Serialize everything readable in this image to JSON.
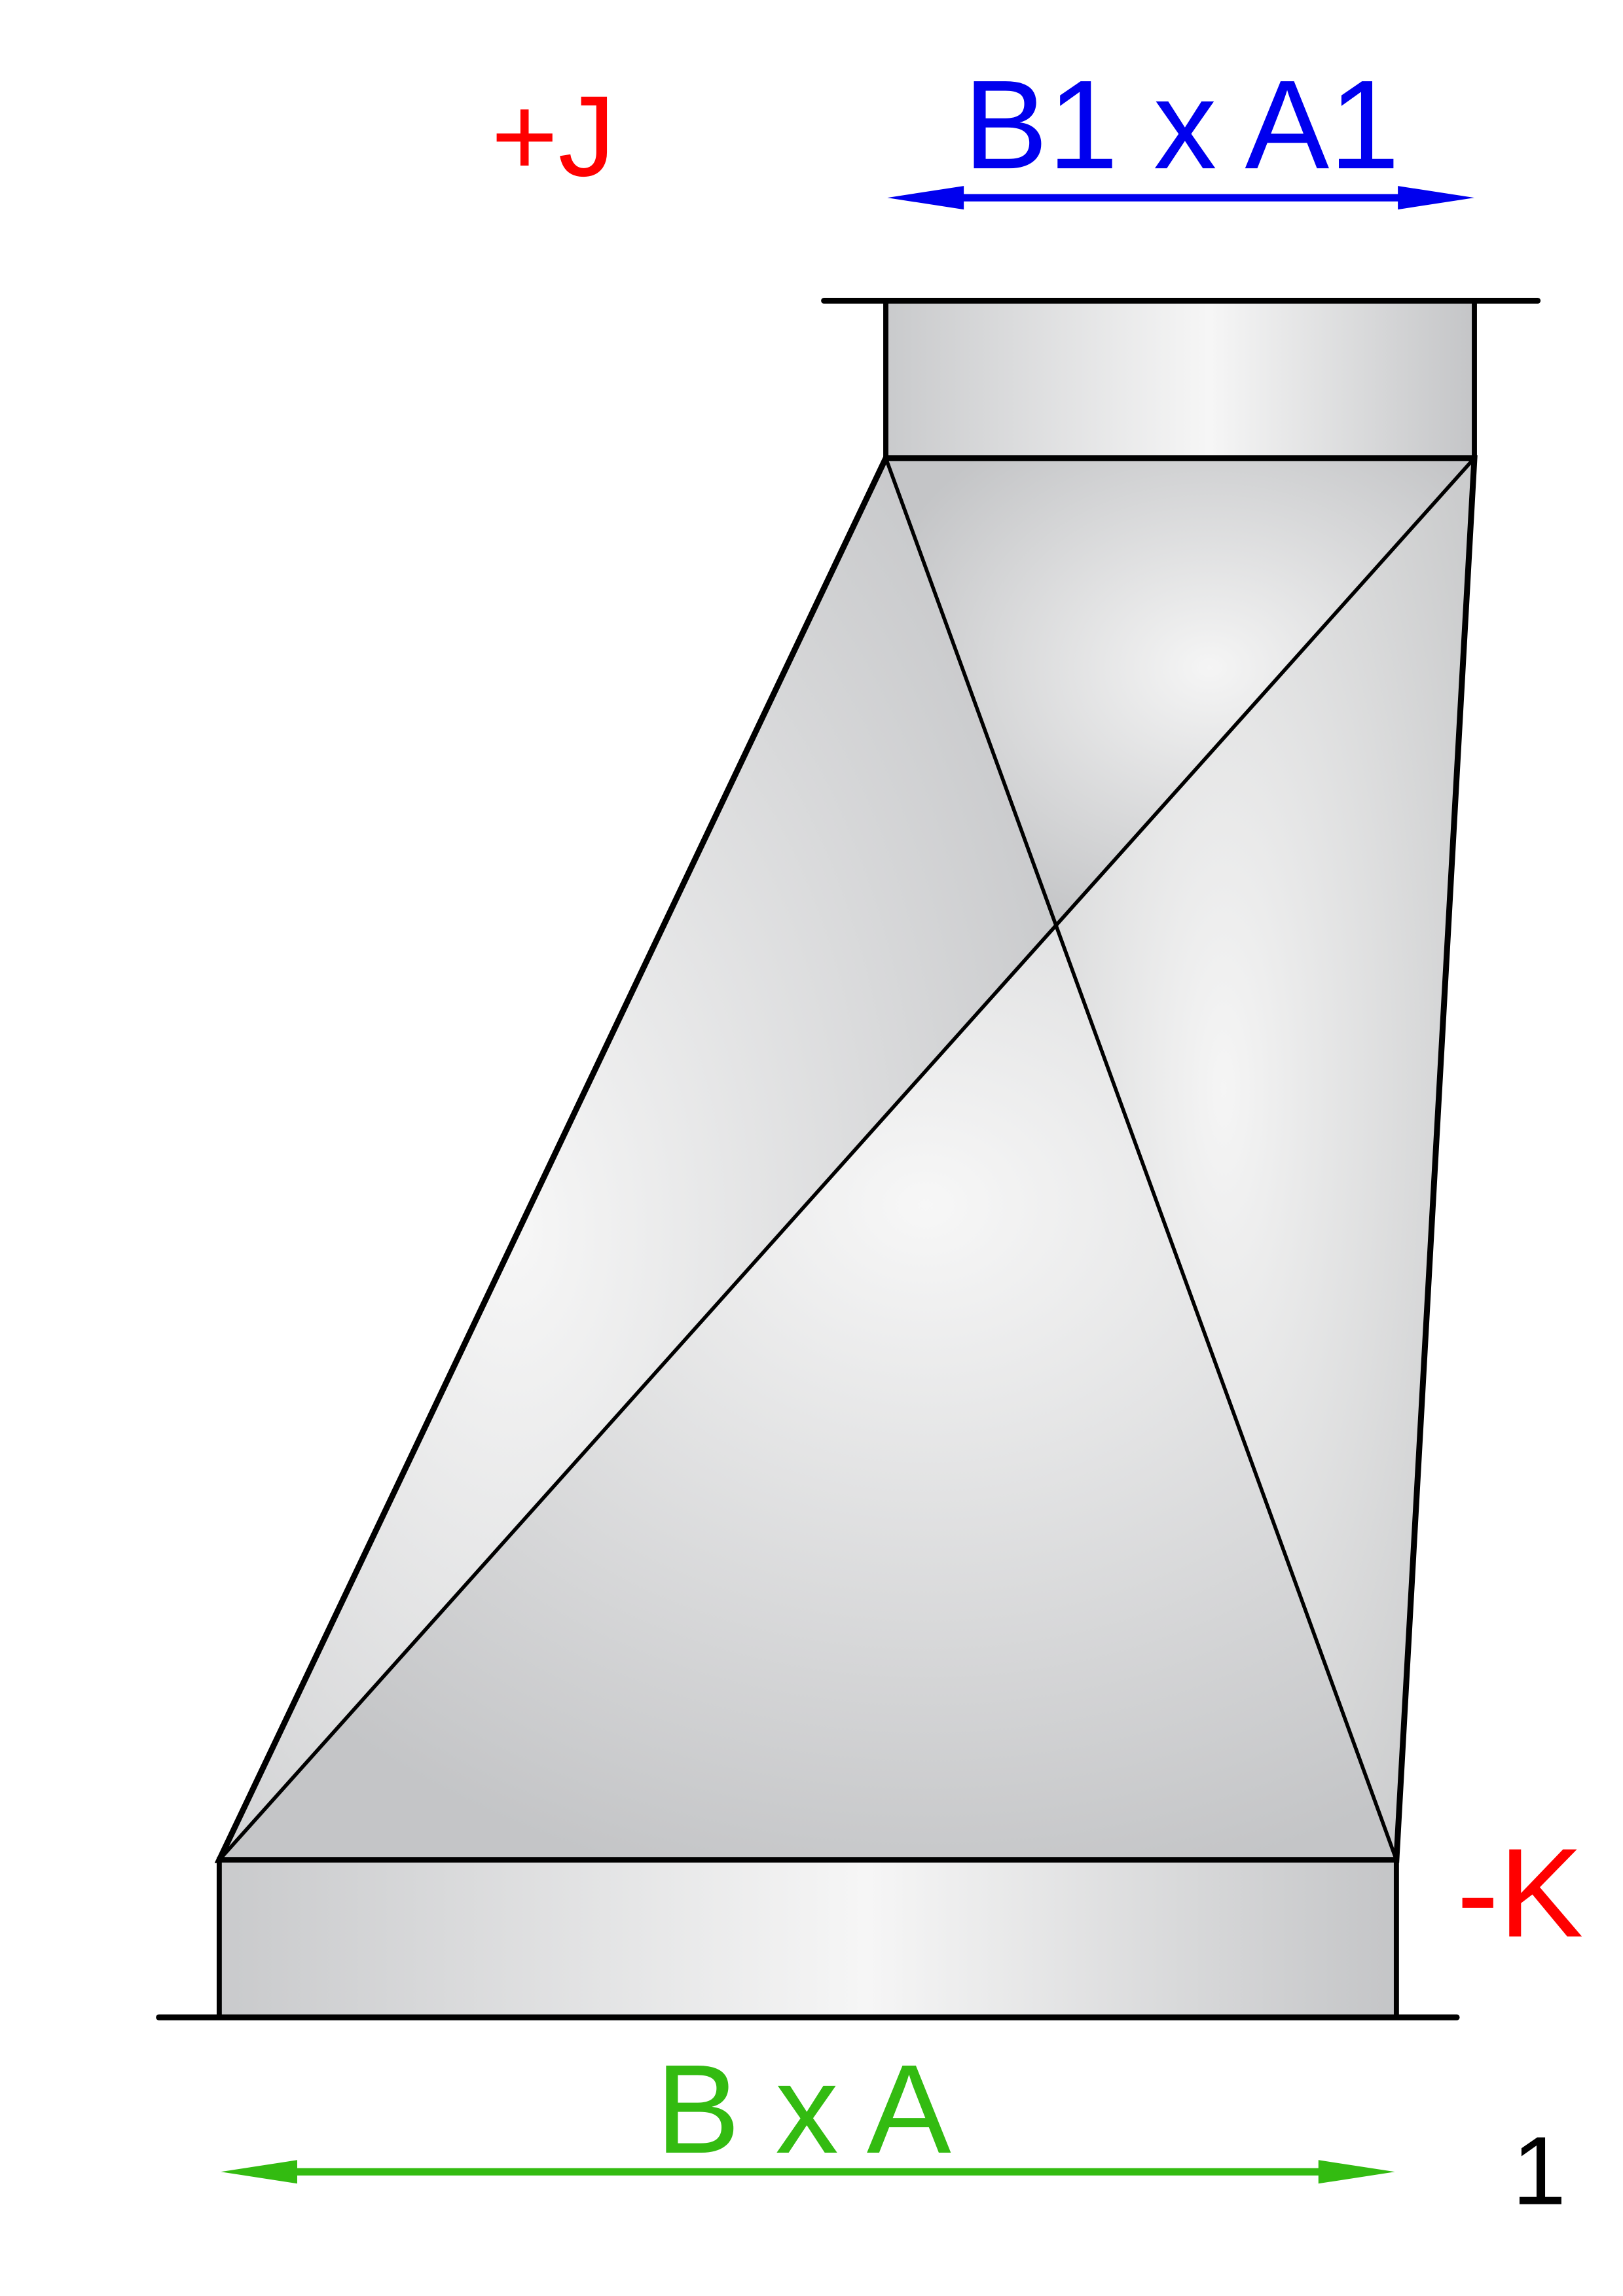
{
  "labels": {
    "offset_plus": "+J",
    "outlet_size": "B1 x A1",
    "offset_minus": "-K",
    "inlet_size": "B x A",
    "item_number": "1"
  },
  "colors": {
    "offset": "#ff0000",
    "outlet_dimension": "#0000ee",
    "inlet_dimension": "#33bb11",
    "outline": "#000000",
    "metal_dark": "#c4c5c7",
    "metal_light": "#f4f4f4"
  }
}
